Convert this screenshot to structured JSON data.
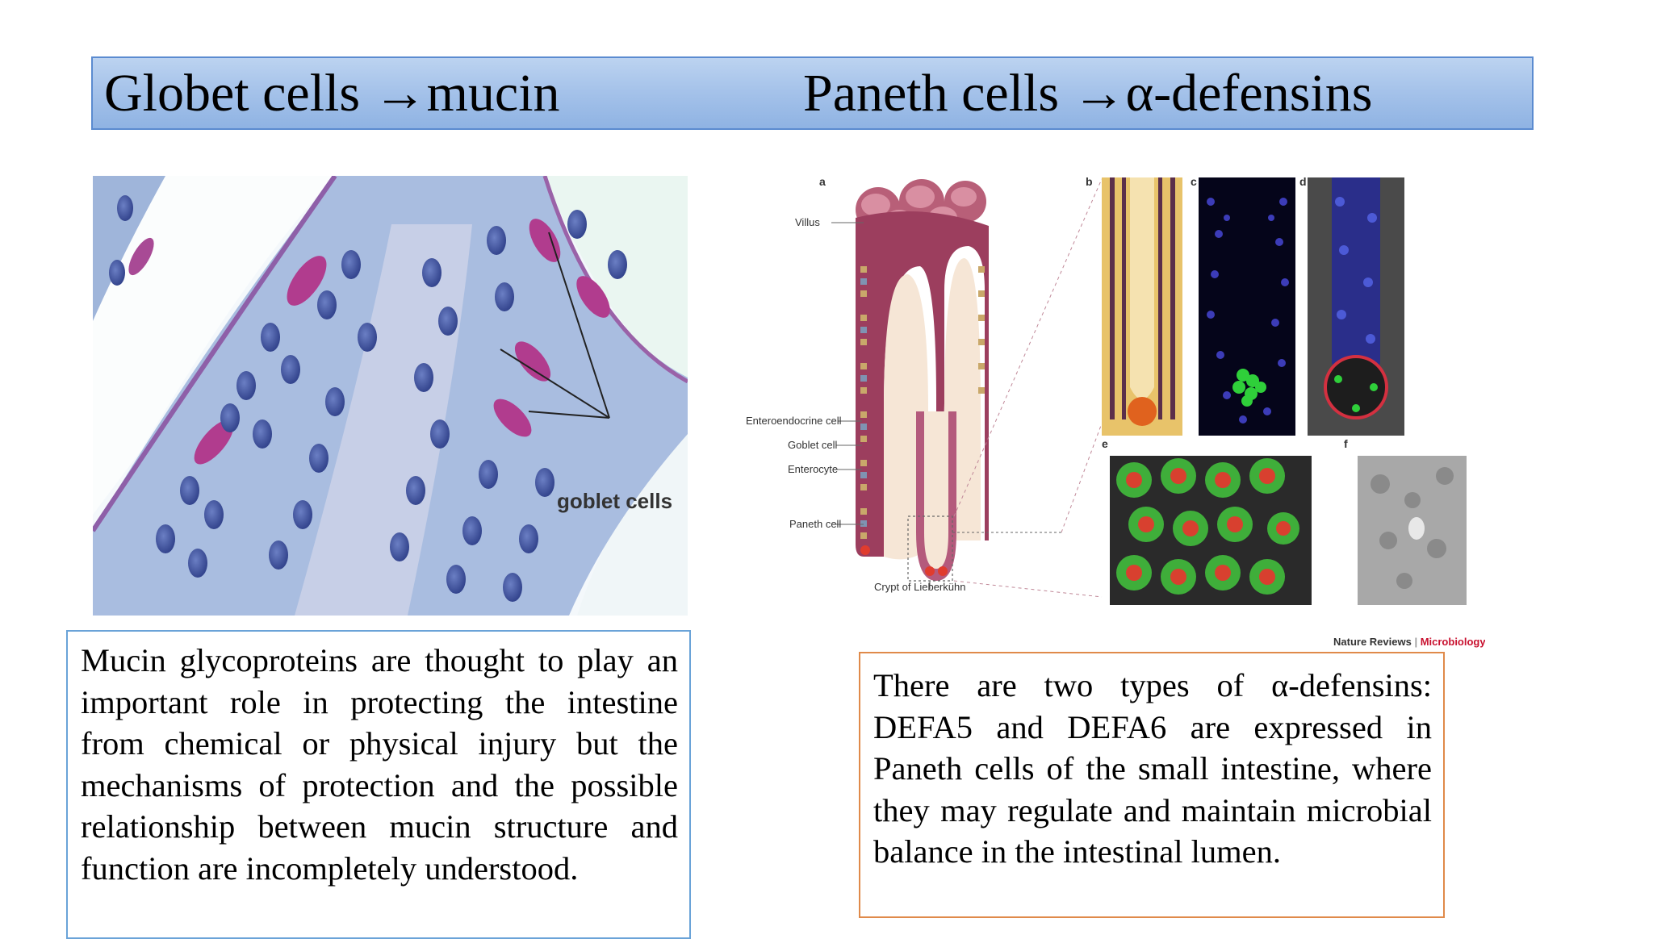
{
  "title": {
    "left": "Globet cells →mucin",
    "right": "Paneth cells →α-defensins"
  },
  "histology": {
    "label": "goblet cells"
  },
  "diagram": {
    "panel_letters": [
      "a",
      "b",
      "c",
      "d",
      "e",
      "f"
    ],
    "labels": {
      "villus": "Villus",
      "enteroendocrine": "Enteroendocrine cell",
      "goblet": "Goblet cell",
      "enterocyte": "Enterocyte",
      "paneth": "Paneth cell",
      "crypt": "Crypt of Lieberkühn"
    },
    "credit_source": "Nature Reviews",
    "credit_sep": " | ",
    "credit_journal": "Microbiology"
  },
  "text_left": "Mucin glycoproteins are thought to play an important role in protecting the intestine from chemical or physical injury but the mechanisms of protection and the possible relationship between mucin structure and function are incompletely understood.",
  "text_right": "There are two types of α-defensins: DEFA5 and DEFA6 are expressed in Paneth cells of the small intestine, where they may regulate and maintain microbial balance in the intestinal lumen.",
  "colors": {
    "title_bg": "#a6c3ea",
    "title_border": "#5b8bd0",
    "left_box_border": "#6aa3d8",
    "right_box_border": "#e08a4a",
    "credit_accent": "#c8102e"
  }
}
